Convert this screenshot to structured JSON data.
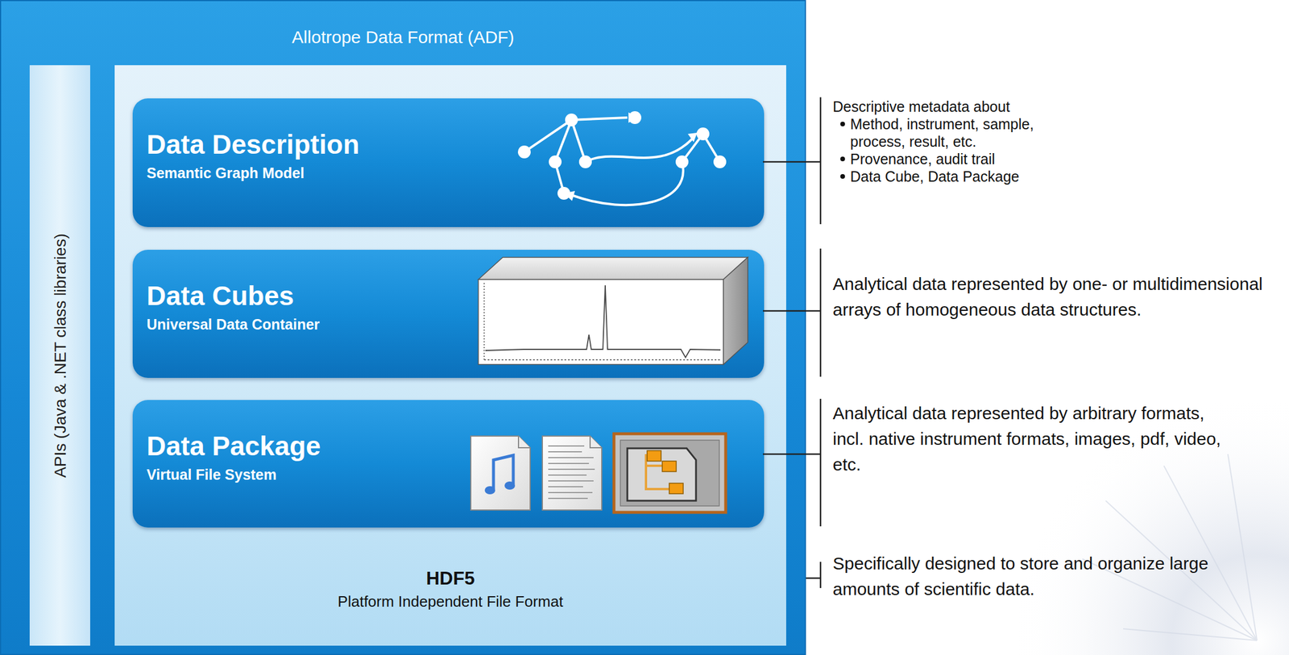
{
  "diagram": {
    "nodes": [
      {
        "text": [
          "Allotrope Data Format (ADF)"
        ]
      },
      {
        "text": [
          "APIs (Java & .NET class libraries)"
        ],
        "in": 0
      },
      {
        "text": [
          "HDF5",
          "Platform Independent File Format"
        ],
        "in": 0
      },
      {
        "text": [
          "Data Description",
          "Semantic Graph Model"
        ],
        "in": 2
      },
      {
        "text": [
          "Data Cubes",
          "Universal Data Container"
        ],
        "in": 2
      },
      {
        "text": [
          "Data Package",
          "Virtual File System"
        ],
        "in": 2
      }
    ],
    "edges": [],
    "labels": [
      "Descriptive metadata about",
      "Method, instrument, sample, process, result, etc.",
      "Provenance, audit trail",
      "Data Cube, Data Package",
      "Analytical data represented by one- or multidimensional arrays of homogeneous data structures.",
      "Analytical data represented by arbitrary formats, incl. native instrument formats, images, pdf, video, etc.",
      "Specifically designed to store and organize large amounts of scientific data."
    ]
  }
}
